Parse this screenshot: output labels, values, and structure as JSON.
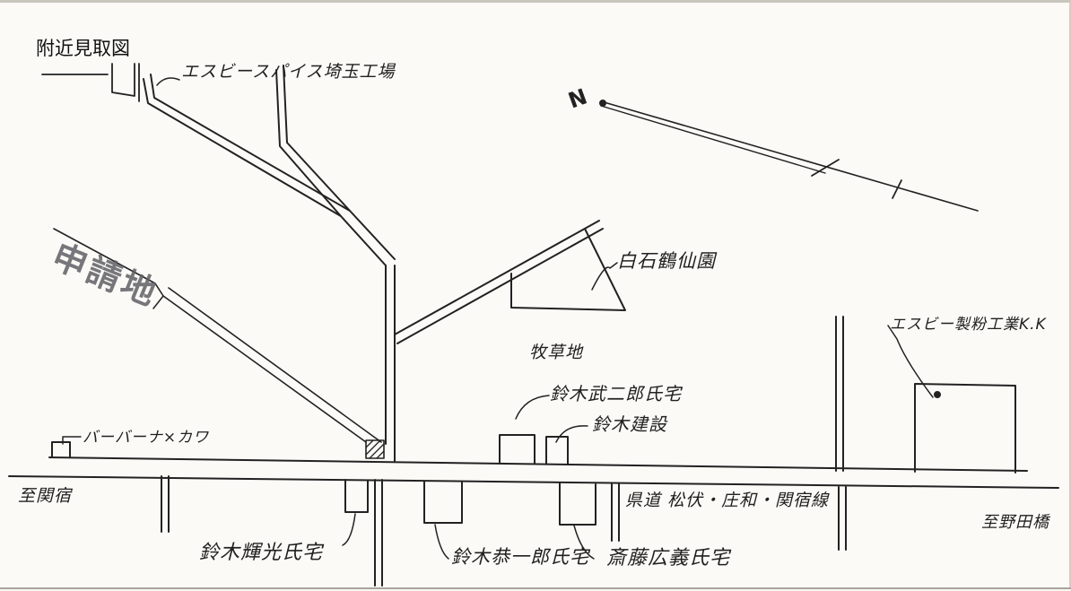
{
  "map": {
    "title": "附近見取図",
    "north": "N",
    "labels": {
      "sb_spice": "エスビースパイス埼玉工場",
      "shiraishi": "白石鶴仙園",
      "application_site": "申請地",
      "pasture": "牧草地",
      "suzuki_takeji": "鈴木武二郎氏宅",
      "suzuki_kensetsu": "鈴木建設",
      "barber": "バーバーナ×カワ",
      "sb_seifun": "エスビー製粉工業K.K",
      "to_sekiyado": "至関宿",
      "prefectural_road": "県道 松伏・庄和・関宿線",
      "to_noda_bridge": "至野田橋",
      "suzuki_teruo": "鈴木輝光氏宅",
      "suzuki_ichiro": "鈴木恭一郎氏宅",
      "saito": "斎藤広義氏宅"
    }
  }
}
